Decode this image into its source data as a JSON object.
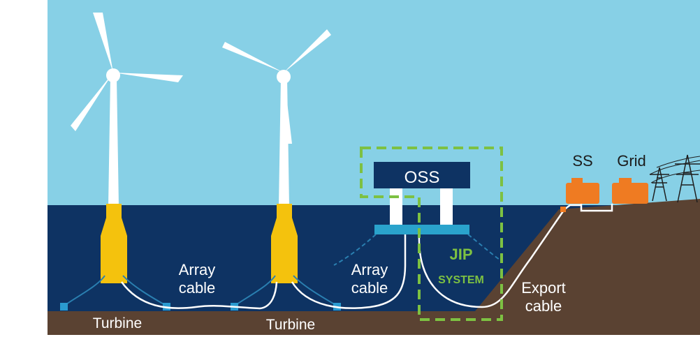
{
  "labels": {
    "oss": "OSS",
    "ss": "SS",
    "grid": "Grid",
    "jip_line1": "JIP",
    "jip_line2": "SYSTEM",
    "array_cable_1": {
      "line1": "Array",
      "line2": "cable"
    },
    "array_cable_2": {
      "line1": "Array",
      "line2": "cable"
    },
    "export_cable": {
      "line1": "Export",
      "line2": "cable"
    },
    "turbine_1": "Turbine",
    "turbine_2": "Turbine"
  },
  "colors": {
    "sky": "#87d0e6",
    "sea": "#0e3363",
    "seabed": "#5a4232",
    "float": "#f4c20d",
    "oss_box": "#0e3363",
    "oss_base": "#2aa3cc",
    "substation": "#ef7b22",
    "jip_dash": "#7dc142",
    "cable": "#ffffff",
    "mooring": "#2a7fb0",
    "anchor": "#2a9bd0"
  }
}
